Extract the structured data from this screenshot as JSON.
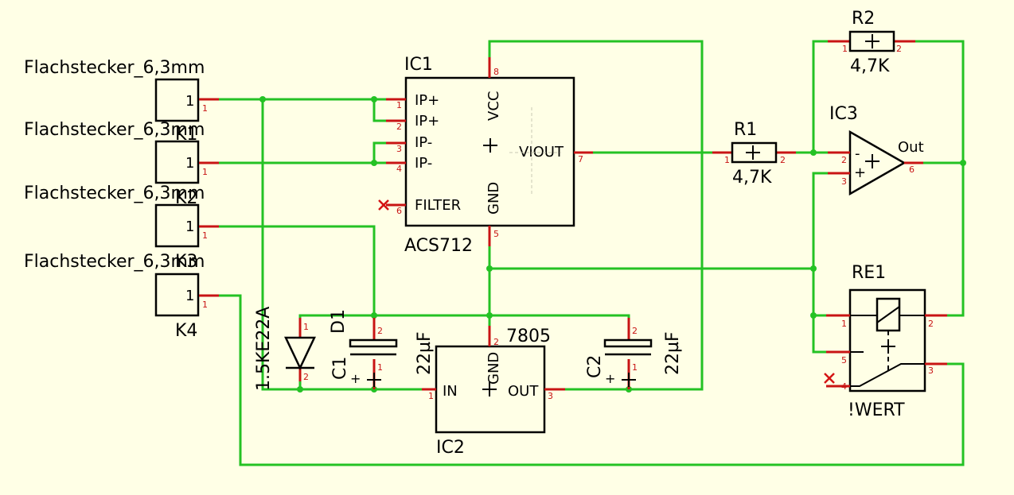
{
  "connectors": [
    {
      "value": "Flachstecker_6,3mm",
      "name": "K1",
      "pin": "1"
    },
    {
      "value": "Flachstecker_6,3mm",
      "name": "K2",
      "pin": "1"
    },
    {
      "value": "Flachstecker_6,3mm",
      "name": "K3",
      "pin": "1"
    },
    {
      "value": "Flachstecker_6,3mm",
      "name": "K4",
      "pin": "1"
    }
  ],
  "ic1": {
    "name": "IC1",
    "value": "ACS712",
    "pins": [
      {
        "label": "IP+",
        "num": "1"
      },
      {
        "label": "IP+",
        "num": "2"
      },
      {
        "label": "IP-",
        "num": "3"
      },
      {
        "label": "IP-",
        "num": "4"
      },
      {
        "label": "FILTER",
        "num": "6"
      },
      {
        "label": "VCC",
        "num": "8"
      },
      {
        "label": "GND",
        "num": "5"
      },
      {
        "label": "VIOUT",
        "num": "7"
      }
    ]
  },
  "r1": {
    "name": "R1",
    "value": "4,7K",
    "pin1": "1",
    "pin2": "2"
  },
  "r2": {
    "name": "R2",
    "value": "4,7K",
    "pin1": "1",
    "pin2": "2"
  },
  "ic3": {
    "name": "IC3",
    "out_label": "Out",
    "minus": "-",
    "plus": "+",
    "pin_minus": "2",
    "pin_plus": "3",
    "pin_out": "6"
  },
  "re1": {
    "name": "RE1",
    "value": "!WERT",
    "pins": [
      "1",
      "2",
      "5",
      "4",
      "3"
    ]
  },
  "d1": {
    "name": "D1",
    "value": "1.5KE22A",
    "pin1": "1",
    "pin2": "2"
  },
  "c1": {
    "name": "C1",
    "value": "22µF",
    "pin1": "1",
    "pin2": "2",
    "plus": "+"
  },
  "c2": {
    "name": "C2",
    "value": "22µF",
    "pin1": "1",
    "pin2": "2",
    "plus": "+"
  },
  "ic2": {
    "name": "IC2",
    "value": "7805",
    "in_label": "IN",
    "gnd_label": "GND",
    "out_label": "OUT",
    "pin_in": "1",
    "pin_gnd": "2",
    "pin_out": "3"
  },
  "colors": {
    "background": "#ffffe6",
    "wire": "#24c224",
    "pin": "#c81414",
    "body": "#000000"
  }
}
